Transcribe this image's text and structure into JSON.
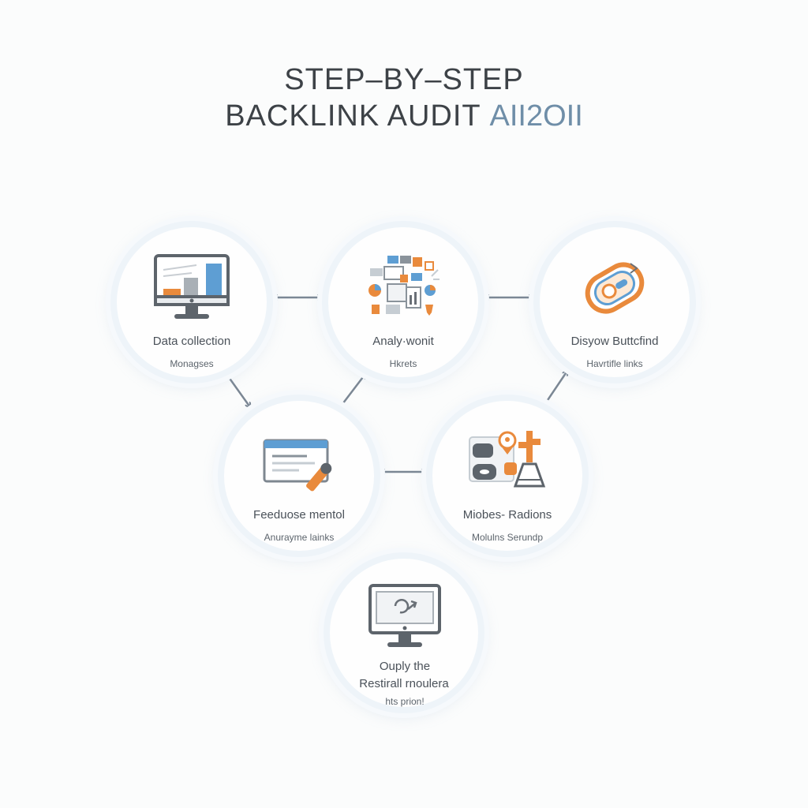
{
  "title": {
    "line1": "STEP–BY–STEP",
    "line2": "BACKLINK AUDIT",
    "tag": "AII2OII"
  },
  "colors": {
    "accent_orange": "#e98a3c",
    "accent_blue": "#5e9ed3",
    "icon_gray": "#6a7077",
    "arrow": "#7b8794"
  },
  "nodes": [
    {
      "label": "Data collection",
      "sub": "Monagses",
      "icon": "desktop-chart-icon"
    },
    {
      "label": "Analy·wonit",
      "sub": "Hkrets",
      "icon": "analytics-collage-icon"
    },
    {
      "label": "Disyow Buttcfind",
      "sub": "Havrtifle links",
      "icon": "link-badge-icon"
    },
    {
      "label": "Feeduose mentol",
      "sub": "Anurayme lainks",
      "icon": "browser-pencil-icon"
    },
    {
      "label": "Miobes- Radions",
      "sub": "Molulns Serundp",
      "icon": "devices-flask-icon"
    },
    {
      "label": "Ouply the",
      "label2": "Restirall rnoulera",
      "sub": "hts prion!",
      "icon": "monitor-refresh-icon"
    }
  ]
}
